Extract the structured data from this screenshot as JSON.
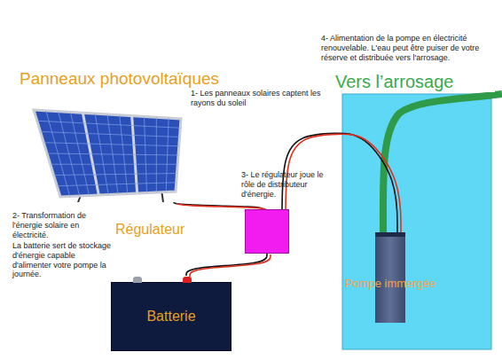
{
  "diagram": {
    "nodes": [
      {
        "text": [
          "Panneaux photovoltaïques"
        ]
      },
      {
        "text": [
          "Régulateur"
        ]
      },
      {
        "text": [
          "Batterie"
        ]
      },
      {
        "text": [
          "Pompe immergée"
        ]
      }
    ],
    "edges": [
      {
        "from": 0,
        "to": 1,
        "arrow": "none"
      },
      {
        "from": 1,
        "to": 2,
        "arrow": "none"
      },
      {
        "from": 1,
        "to": 3,
        "arrow": "none"
      }
    ],
    "labels": [
      "1- Les panneaux solaires captent les rayons du soleil",
      "2- Transformation de l'énergie solaire en électricité.",
      "La batterie sert de stockage d'énergie capable d'alimenter votre pompe la journée.",
      "3- Le régulateur joue le rôle de distributeur d'énergie.",
      "4- Alimentation de la pompe en électricité renouvelable. L'eau peut être puiser de votre réserve et distribuée vers l'arrosage.",
      "Vers l’arrosage"
    ]
  }
}
